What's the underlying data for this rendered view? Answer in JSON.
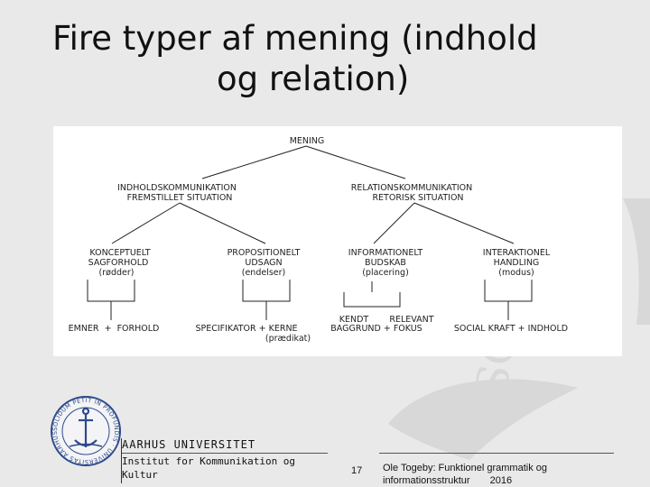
{
  "slide": {
    "title_line1": "Fire typer af mening (indhold",
    "title_line2": "og relation)"
  },
  "diagram": {
    "root": "MENING",
    "level1": [
      {
        "line1": "INDHOLDSKOMMUNIKATION",
        "line2": "FREMSTILLET SITUATION"
      },
      {
        "line1": "RELATIONSKOMMUNIKATION",
        "line2": "RETORISK SITUATION"
      }
    ],
    "level2": [
      {
        "line1": "KONCEPTUELT",
        "line2": "SAGFORHOLD",
        "line3": "(rødder)"
      },
      {
        "line1": "PROPOSITIONELT",
        "line2": "UDSAGN",
        "line3": "(endelser)"
      },
      {
        "line1": "INFORMATIONELT",
        "line2": "BUDSKAB",
        "line3": "(placering)"
      },
      {
        "line1": "INTERAKTIONEL",
        "line2": "HANDLING",
        "line3": "(modus)"
      }
    ],
    "leaves": {
      "emner_forhold": "EMNER  +  FORHOLD",
      "specifikator_kerne": "SPECIFIKATOR + KERNE",
      "praedikat": "(prædikat)",
      "kendt": "KENDT",
      "relevant": "RELEVANT",
      "baggrund_fokus": "BAGGRUND + FOKUS",
      "social_kraft_indhold": "SOCIAL KRAFT + INDHOLD"
    }
  },
  "footer": {
    "university": "AARHUS UNIVERSITET",
    "institute": "Institut for Kommunikation og Kultur",
    "page_number": "17",
    "credit_line1": "Ole Togeby: Funktionel grammatik og",
    "credit_line2": "informationsstruktur",
    "credit_year": "2016",
    "seal_text": "SOLIDUM PETIT IN PROFUNDIS · UNIVERSITAS AARHUSIENSIS"
  }
}
